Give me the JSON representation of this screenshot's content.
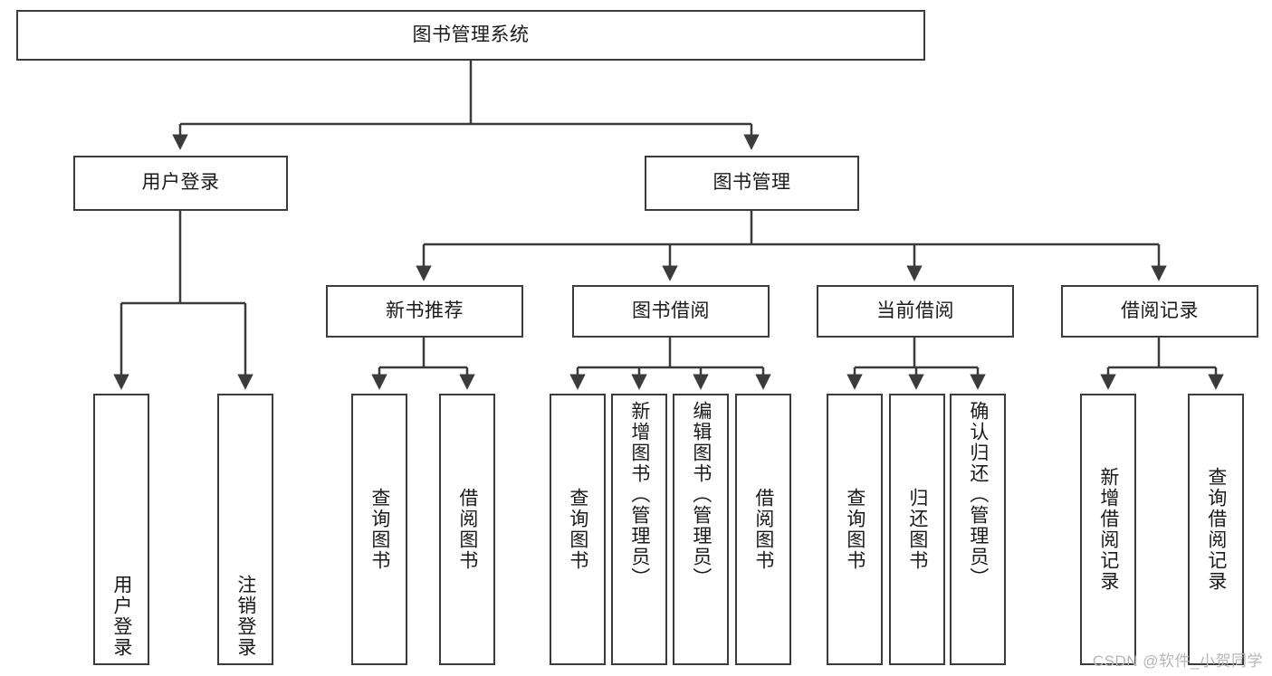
{
  "diagram": {
    "title": "图书管理系统",
    "type": "tree-hierarchy-chart",
    "root": {
      "label": "图书管理系统"
    },
    "level2": [
      {
        "label": "用户登录"
      },
      {
        "label": "图书管理"
      }
    ],
    "level3": [
      {
        "label": "新书推荐"
      },
      {
        "label": "图书借阅"
      },
      {
        "label": "当前借阅"
      },
      {
        "label": "借阅记录"
      }
    ],
    "leaves": {
      "user_login": [
        {
          "label": "用户登录"
        },
        {
          "label": "注销登录"
        }
      ],
      "new_book_recommend": [
        {
          "label": "查询图书"
        },
        {
          "label": "借阅图书"
        }
      ],
      "book_borrow": [
        {
          "label": "查询图书"
        },
        {
          "label": "新增图书（管理员）"
        },
        {
          "label": "编辑图书（管理员）"
        },
        {
          "label": "借阅图书"
        }
      ],
      "current_borrow": [
        {
          "label": "查询图书"
        },
        {
          "label": "归还图书"
        },
        {
          "label": "确认归还（管理员）"
        }
      ],
      "borrow_record": [
        {
          "label": "新增借阅记录"
        },
        {
          "label": "查询借阅记录"
        }
      ]
    }
  },
  "watermark": {
    "text": "CSDN @软件_小贺同学"
  },
  "colors": {
    "stroke": "#3b3b3b",
    "text": "#1a1a1a",
    "background": "#ffffff",
    "watermark": "#b6b6b6"
  }
}
